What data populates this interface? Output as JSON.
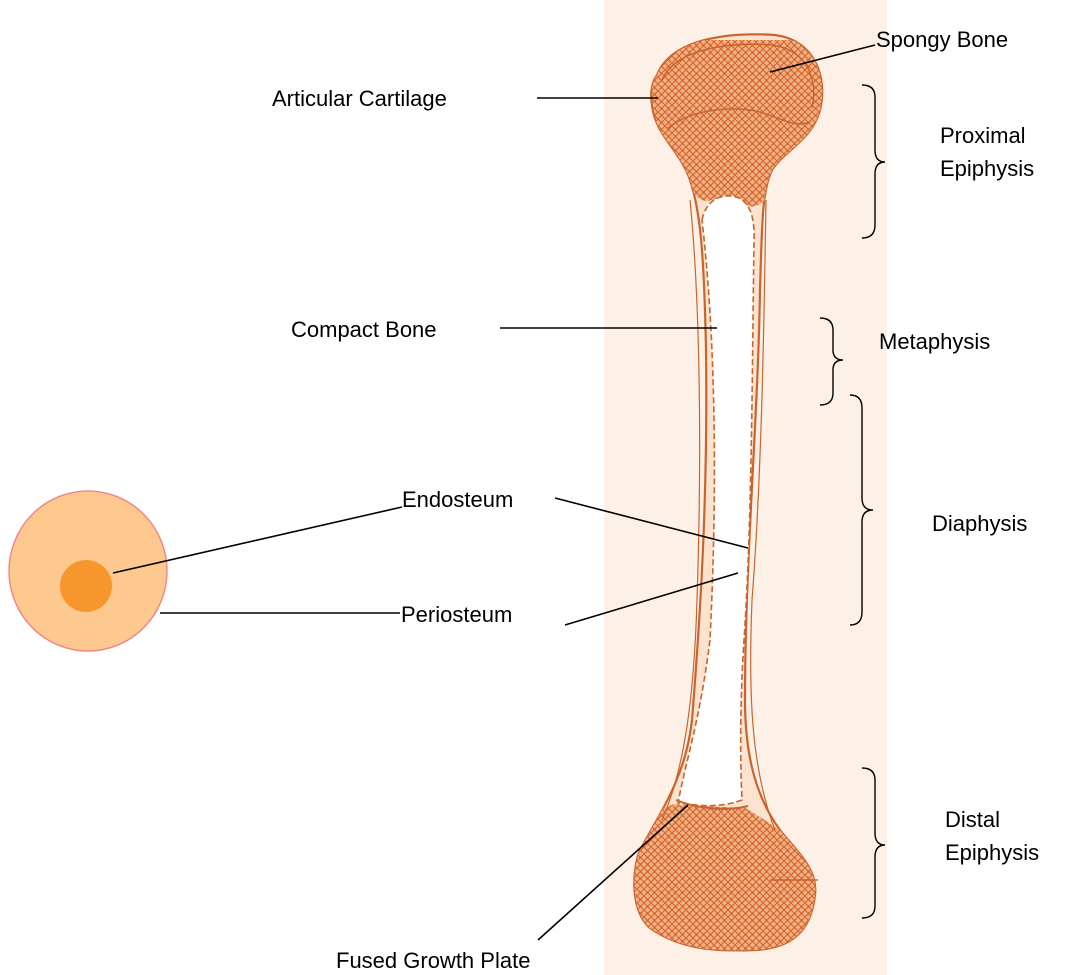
{
  "colors": {
    "panel": "#fdf1e7",
    "bone_outline": "#c8642e",
    "marrow": "#ffffff",
    "spongy_fill": "#f3b084",
    "spongy_mesh": "#d2652c",
    "cross_section_outer": "#fdc98f",
    "cross_section_outer_stroke": "#f08a8a",
    "cross_section_inner": "#f7962d",
    "line": "#000000"
  },
  "labels": {
    "spongy_bone": "Spongy Bone",
    "articular_cartilage": "Articular Cartilage",
    "proximal_epiphysis_1": "Proximal",
    "proximal_epiphysis_2": "Epiphysis",
    "compact_bone": "Compact Bone",
    "metaphysis": "Metaphysis",
    "endosteum": "Endosteum",
    "diaphysis": "Diaphysis",
    "periosteum": "Periosteum",
    "distal_epiphysis_1": "Distal",
    "distal_epiphysis_2": "Epiphysis",
    "fused_growth_plate": "Fused Growth Plate"
  }
}
